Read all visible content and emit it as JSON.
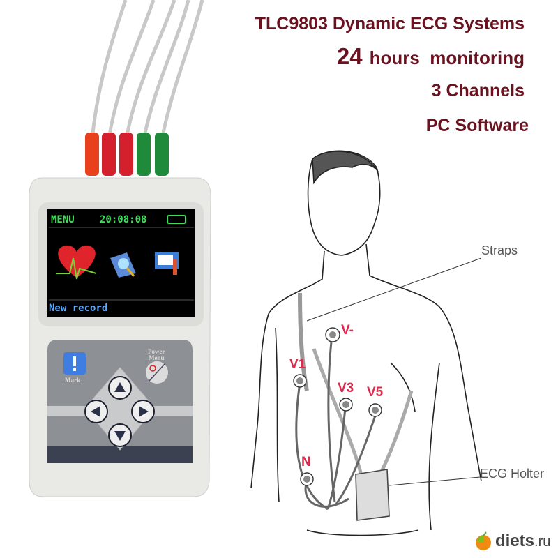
{
  "headline": {
    "title": "TLC9803 Dynamic ECG Systems",
    "hours_number": "24",
    "hours_text": "hours  monitoring",
    "channels": "3 Channels",
    "software": "PC Software"
  },
  "device_screen": {
    "menu": "MENU",
    "time": "20:08:08",
    "status": "New record",
    "icons": [
      "heart-ecg-icon",
      "search-records-icon",
      "settings-tools-icon"
    ]
  },
  "device_keypad": {
    "mark_label": "Mark",
    "power_label": "Power",
    "menu_label": "Menu"
  },
  "diagram": {
    "straps_label": "Straps",
    "holter_label": "ECG Holter",
    "electrodes": [
      "V-",
      "V1",
      "V3",
      "V5",
      "N"
    ]
  },
  "watermark": {
    "name": "diets",
    "tld": ".ru"
  },
  "colors": {
    "headline": "#6b1221",
    "electrode_label": "#e0284c",
    "screen_green": "#3ee05a",
    "screen_blue": "#5aa8ff"
  }
}
